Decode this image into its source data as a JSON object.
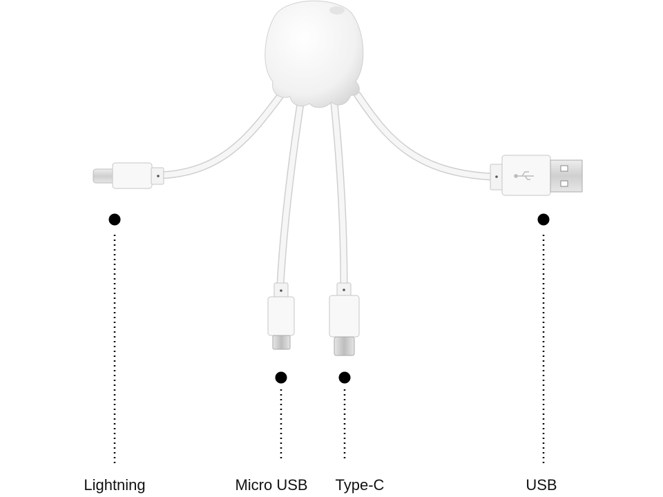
{
  "labels": {
    "lightning": "Lightning",
    "micro_usb": "Micro USB",
    "type_c": "Type-C",
    "usb": "USB"
  },
  "colors": {
    "cable": "#f2f2f2",
    "outline": "#c8c8c8",
    "metal": "#d9d9d9",
    "marker": "#000000"
  }
}
